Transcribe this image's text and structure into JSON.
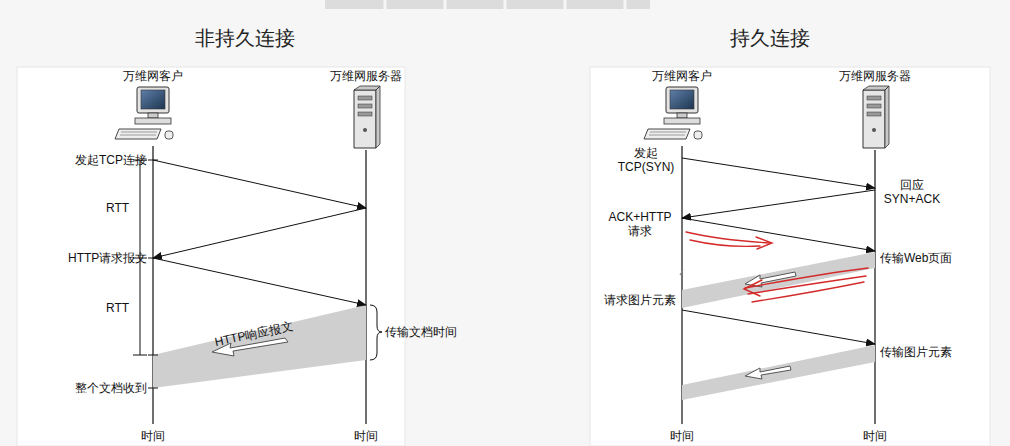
{
  "diagram": {
    "nodes": [
      {
        "text": [
          "万维网客户"
        ]
      },
      {
        "text": [
          "万维网服务器"
        ]
      },
      {
        "text": [
          "万维网客户"
        ]
      },
      {
        "text": [
          "万维网服务器"
        ]
      }
    ],
    "labels": [
      "非持久连接",
      "发起TCP连接",
      "RTT",
      "HTTP请求报文",
      "RTT",
      "HTTP响应报文",
      "传输文档时间",
      "整个文档收到",
      "时间",
      "时间",
      "持久连接",
      "发起 TCP(SYN)",
      "回应 SYN+ACK",
      "ACK+HTTP 请求",
      "传输Web页面",
      "请求图片元素",
      "传输图片元素",
      "时间",
      "时间"
    ]
  }
}
